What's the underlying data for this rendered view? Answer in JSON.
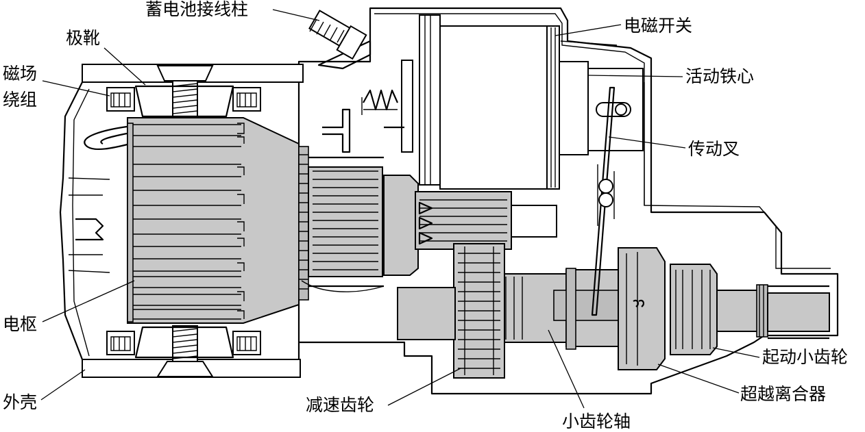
{
  "labels": {
    "battery_terminal": "蓄电池接线柱",
    "pole_shoe": "极靴",
    "field_winding_1": "磁场",
    "field_winding_2": "绕组",
    "armature": "电枢",
    "housing": "外壳",
    "solenoid_switch": "电磁开关",
    "plunger": "活动铁心",
    "shift_fork": "传动叉",
    "pinion": "起动小齿轮",
    "overrunning_clutch": "超越离合器",
    "pinion_shaft": "小齿轮轴",
    "reduction_gear": "减速齿轮"
  },
  "colors": {
    "ink": "#000000",
    "part_fill": "#c8c8c8",
    "background": "#ffffff"
  }
}
